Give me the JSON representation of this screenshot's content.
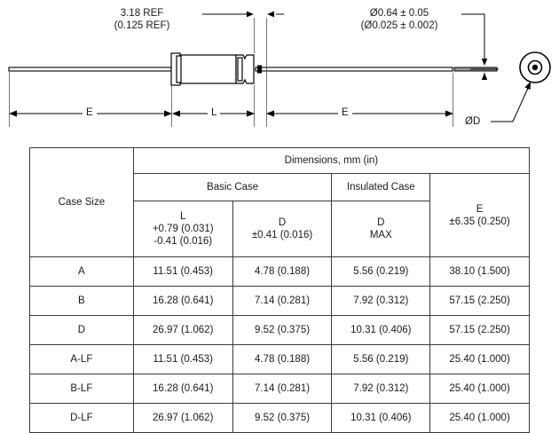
{
  "drawing": {
    "notes": {
      "body_length_mm": "3.18 REF",
      "body_length_in": "(0.125 REF)",
      "lead_diameter_mm": "Ø0.64 ± 0.05",
      "lead_diameter_in": "(Ø0.025 ± 0.002)"
    },
    "dimension_labels": {
      "lead_left": "E",
      "body": "L",
      "lead_right": "E",
      "end_view": "ØD"
    }
  },
  "table": {
    "header": {
      "case_size": "Case Size",
      "dimensions": "Dimensions, mm (in)",
      "basic_case": "Basic Case",
      "insulated_case": "Insulated Case",
      "col_l_name": "L",
      "col_l_tol_plus": "+0.79 (0.031)",
      "col_l_tol_minus": "-0.41 (0.016)",
      "col_d_name": "D",
      "col_d_tol": "±0.41 (0.016)",
      "col_dmax_name": "D",
      "col_dmax_qualifier": "MAX",
      "col_e_name": "E",
      "col_e_tol": "±6.35 (0.250)"
    },
    "rows": [
      {
        "case_size": "A",
        "l": "11.51 (0.453)",
        "d": "4.78 (0.188)",
        "d_max": "5.56 (0.219)",
        "e": "38.10 (1.500)"
      },
      {
        "case_size": "B",
        "l": "16.28 (0.641)",
        "d": "7.14 (0.281)",
        "d_max": "7.92 (0.312)",
        "e": "57.15 (2.250)"
      },
      {
        "case_size": "D",
        "l": "26.97 (1.062)",
        "d": "9.52 (0.375)",
        "d_max": "10.31 (0.406)",
        "e": "57.15 (2.250)"
      },
      {
        "case_size": "A-LF",
        "l": "11.51 (0.453)",
        "d": "4.78 (0.188)",
        "d_max": "5.56 (0.219)",
        "e": "25.40 (1.000)"
      },
      {
        "case_size": "B-LF",
        "l": "16.28 (0.641)",
        "d": "7.14 (0.281)",
        "d_max": "7.92 (0.312)",
        "e": "25.40 (1.000)"
      },
      {
        "case_size": "D-LF",
        "l": "26.97 (1.062)",
        "d": "9.52 (0.375)",
        "d_max": "10.31 (0.406)",
        "e": "25.40 (1.000)"
      }
    ]
  },
  "colors": {
    "line": "#000000",
    "table_border": "#3a3a3a",
    "lead_fill": "#9a9a9a",
    "text": "#1a1a1a"
  }
}
